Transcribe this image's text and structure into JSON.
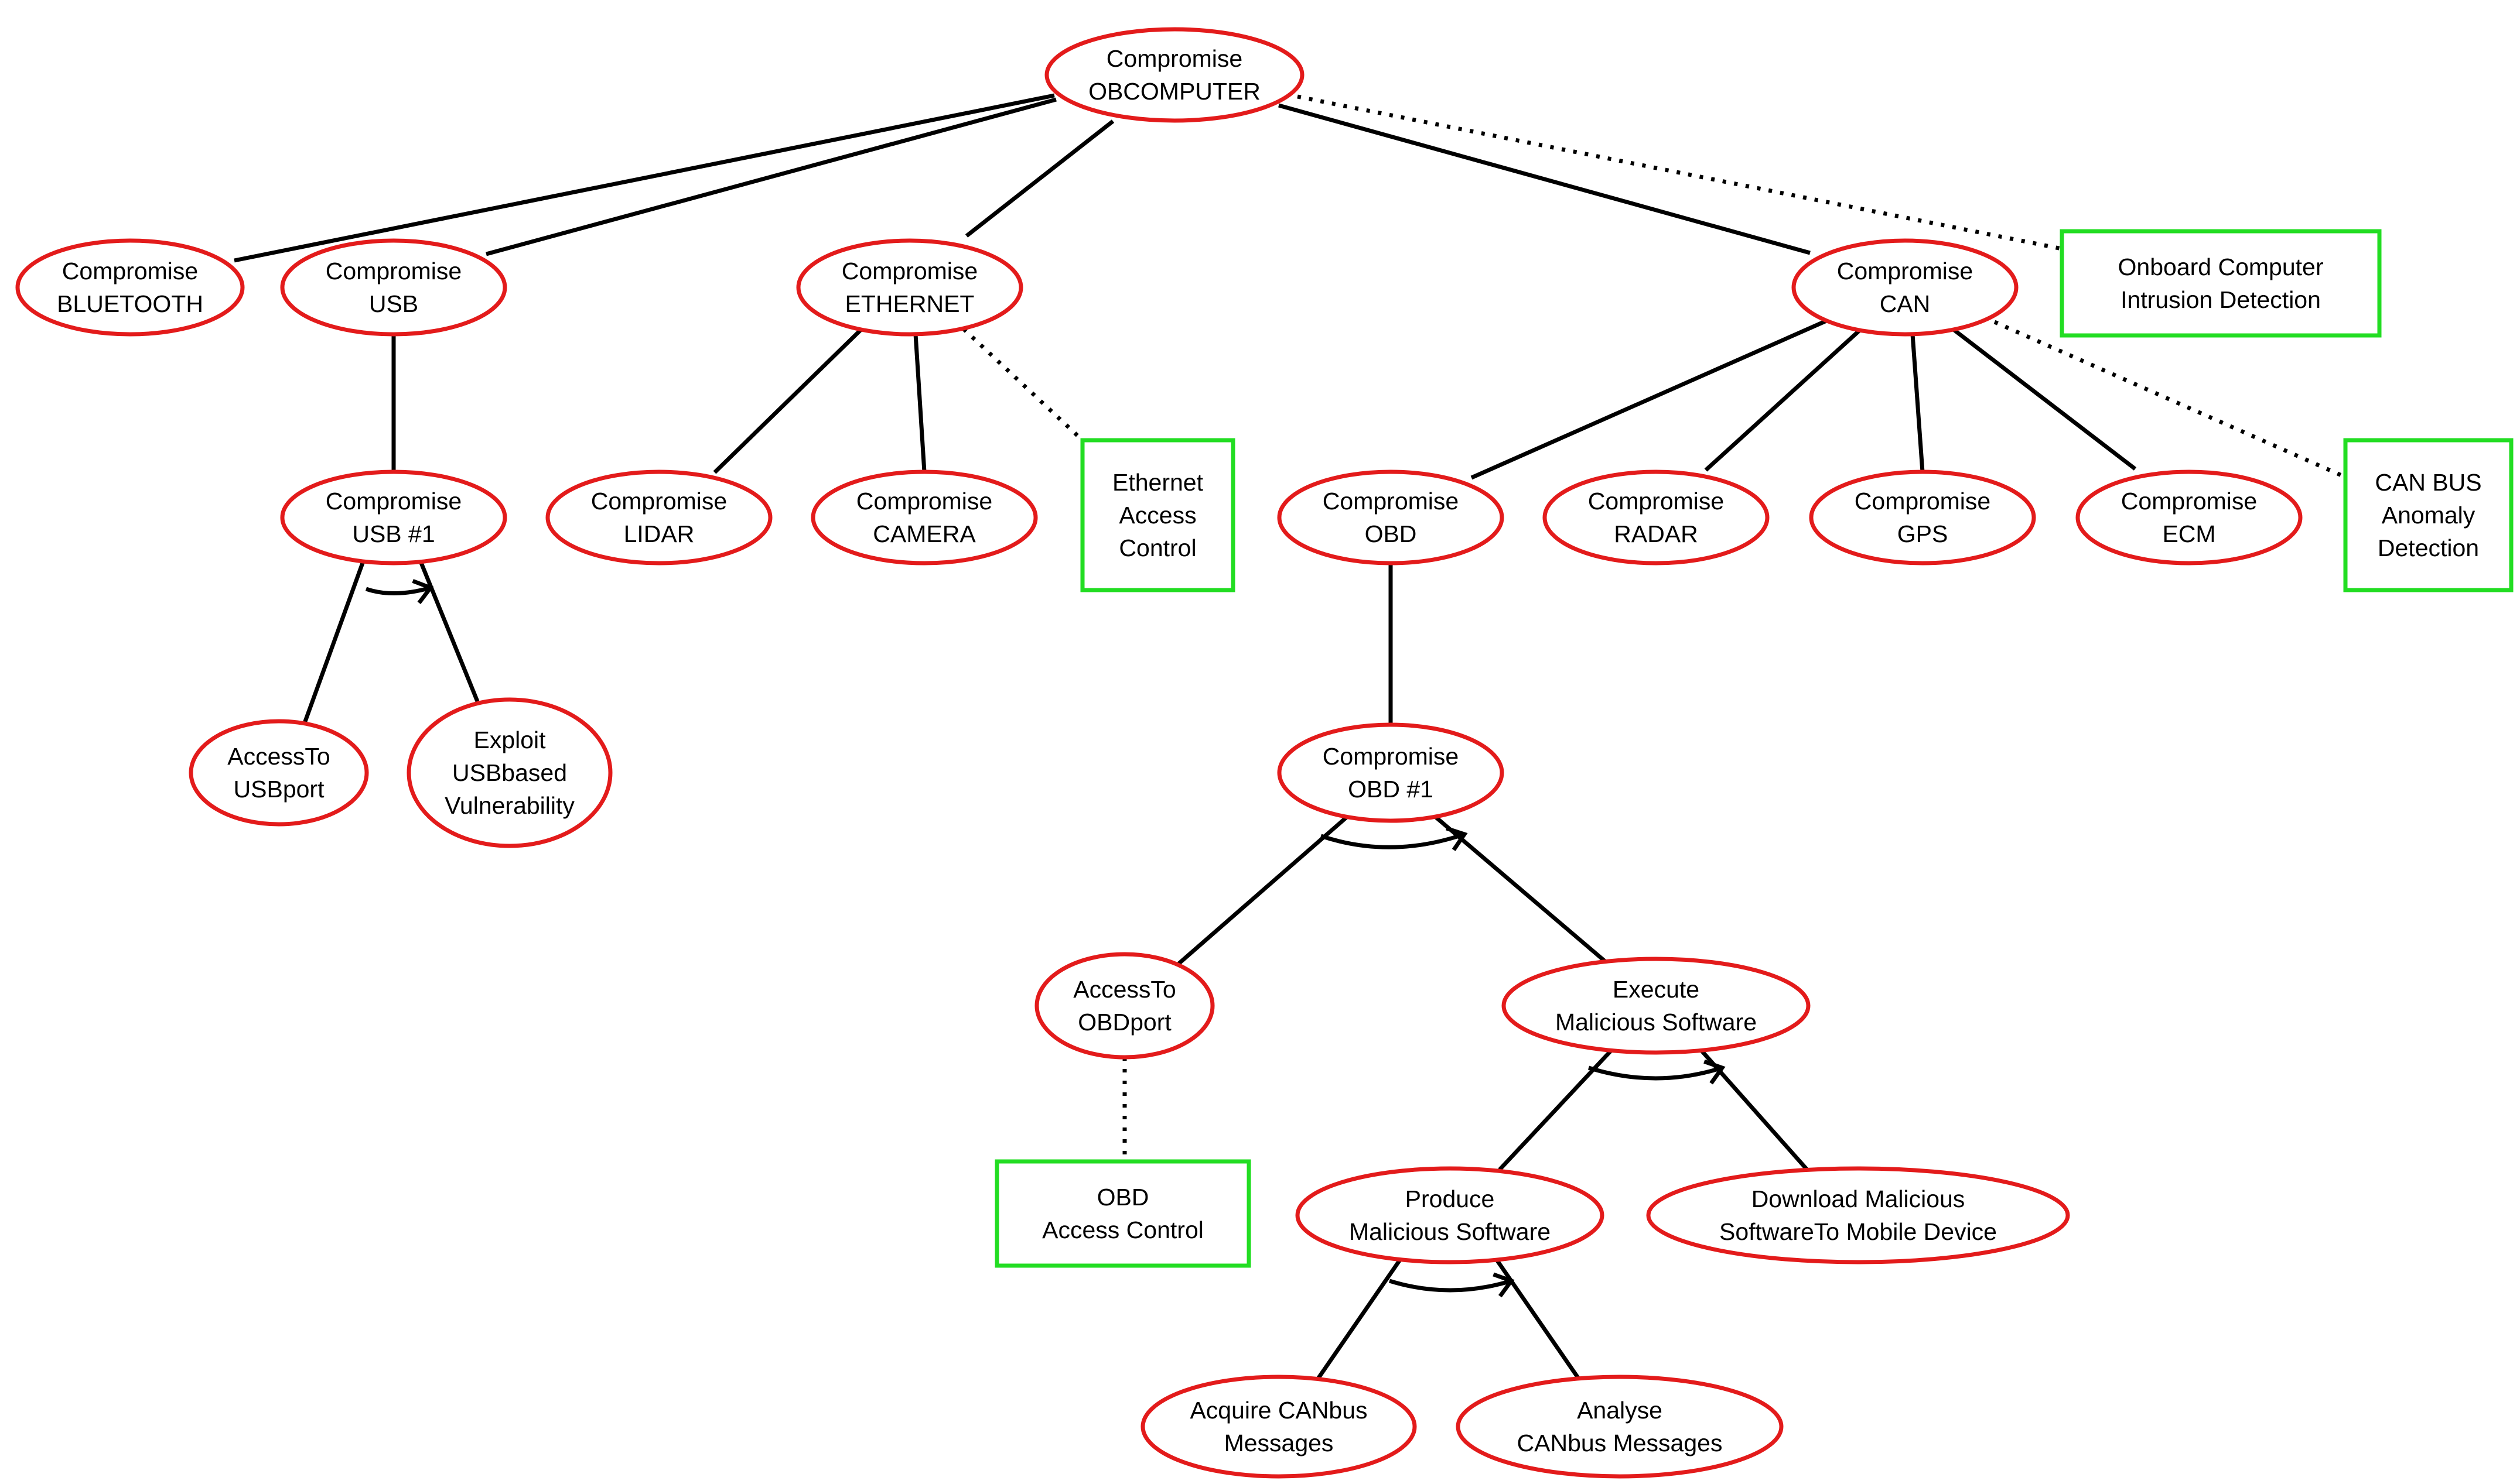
{
  "colors": {
    "attack_outline": "#e31b1b",
    "defense_outline": "#22dd22",
    "edge": "#000000",
    "background": "#ffffff"
  },
  "nodes": {
    "root": {
      "lines": [
        "Compromise",
        "OBCOMPUTER"
      ]
    },
    "bluetooth": {
      "lines": [
        "Compromise",
        "BLUETOOTH"
      ]
    },
    "usb": {
      "lines": [
        "Compromise",
        "USB"
      ]
    },
    "ethernet": {
      "lines": [
        "Compromise",
        "ETHERNET"
      ]
    },
    "can": {
      "lines": [
        "Compromise",
        "CAN"
      ]
    },
    "usb1": {
      "lines": [
        "Compromise",
        "USB #1"
      ]
    },
    "lidar": {
      "lines": [
        "Compromise",
        "LIDAR"
      ]
    },
    "camera": {
      "lines": [
        "Compromise",
        "CAMERA"
      ]
    },
    "obd": {
      "lines": [
        "Compromise",
        "OBD"
      ]
    },
    "radar": {
      "lines": [
        "Compromise",
        "RADAR"
      ]
    },
    "gps": {
      "lines": [
        "Compromise",
        "GPS"
      ]
    },
    "ecm": {
      "lines": [
        "Compromise",
        "ECM"
      ]
    },
    "usbport": {
      "lines": [
        "AccessTo",
        "USBport"
      ]
    },
    "usbvuln": {
      "lines": [
        "Exploit",
        "USBbased",
        "Vulnerability"
      ]
    },
    "obd1": {
      "lines": [
        "Compromise",
        "OBD #1"
      ]
    },
    "obdport": {
      "lines": [
        "AccessTo",
        "OBDport"
      ]
    },
    "execmal": {
      "lines": [
        "Execute",
        "Malicious Software"
      ]
    },
    "prodmal": {
      "lines": [
        "Produce",
        "Malicious Software"
      ]
    },
    "download": {
      "lines": [
        "Download Malicious",
        "SoftwareTo Mobile Device"
      ]
    },
    "acquire": {
      "lines": [
        "Acquire CANbus",
        "Messages"
      ]
    },
    "analyse": {
      "lines": [
        "Analyse",
        "CANbus Messages"
      ]
    }
  },
  "controls": {
    "onboard_ids": {
      "lines": [
        "Onboard Computer",
        "Intrusion Detection"
      ]
    },
    "eth_ac": {
      "lines": [
        "Ethernet",
        "Access",
        "Control"
      ]
    },
    "can_anomaly": {
      "lines": [
        "CAN BUS",
        "Anomaly",
        "Detection"
      ]
    },
    "obd_ac": {
      "lines": [
        "OBD",
        "Access Control"
      ]
    }
  },
  "edges": [
    {
      "from": "root",
      "to": "bluetooth",
      "style": "solid"
    },
    {
      "from": "root",
      "to": "usb",
      "style": "solid"
    },
    {
      "from": "root",
      "to": "ethernet",
      "style": "solid"
    },
    {
      "from": "root",
      "to": "can",
      "style": "solid"
    },
    {
      "from": "root",
      "to": "onboard_ids",
      "style": "dotted"
    },
    {
      "from": "usb",
      "to": "usb1",
      "style": "solid"
    },
    {
      "from": "ethernet",
      "to": "lidar",
      "style": "solid"
    },
    {
      "from": "ethernet",
      "to": "camera",
      "style": "solid"
    },
    {
      "from": "ethernet",
      "to": "eth_ac",
      "style": "dotted"
    },
    {
      "from": "can",
      "to": "obd",
      "style": "solid"
    },
    {
      "from": "can",
      "to": "radar",
      "style": "solid"
    },
    {
      "from": "can",
      "to": "gps",
      "style": "solid"
    },
    {
      "from": "can",
      "to": "ecm",
      "style": "solid"
    },
    {
      "from": "can",
      "to": "can_anomaly",
      "style": "dotted"
    },
    {
      "from": "usb1",
      "to": "usbport",
      "style": "solid"
    },
    {
      "from": "usb1",
      "to": "usbvuln",
      "style": "solid"
    },
    {
      "from": "obd",
      "to": "obd1",
      "style": "solid"
    },
    {
      "from": "obd1",
      "to": "obdport",
      "style": "solid"
    },
    {
      "from": "obd1",
      "to": "execmal",
      "style": "solid"
    },
    {
      "from": "obdport",
      "to": "obd_ac",
      "style": "dotted"
    },
    {
      "from": "execmal",
      "to": "prodmal",
      "style": "solid"
    },
    {
      "from": "execmal",
      "to": "download",
      "style": "solid"
    },
    {
      "from": "prodmal",
      "to": "acquire",
      "style": "solid"
    },
    {
      "from": "prodmal",
      "to": "analyse",
      "style": "solid"
    }
  ],
  "sequential_and_refinements": [
    "usb1",
    "obd1",
    "execmal",
    "prodmal"
  ]
}
